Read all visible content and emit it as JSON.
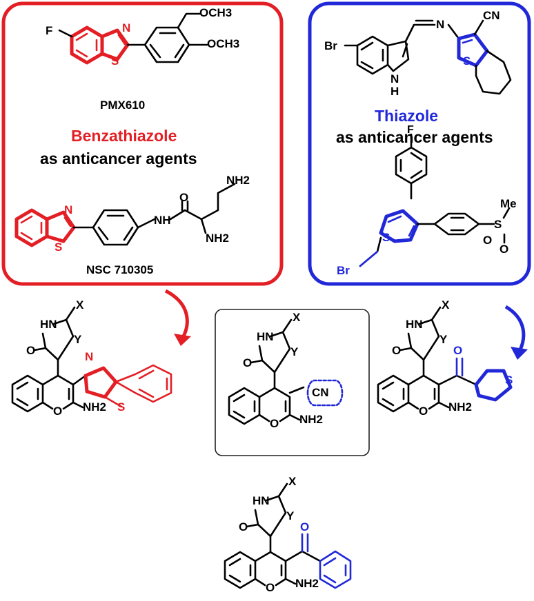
{
  "colors": {
    "red": "#e31e24",
    "blue": "#2128d8",
    "black": "#000000",
    "box_gray": "#222222"
  },
  "red_panel": {
    "compound1_name": "PMX610",
    "heading": "Benzathiazole",
    "subheading": "as anticancer agents",
    "compound2_name": "NSC 710305",
    "atoms": {
      "f": "F",
      "n1": "N",
      "s1": "S",
      "ome1": "OCH3",
      "ome2": "OCH3",
      "n2": "N",
      "s2": "S",
      "o_amide": "O",
      "nh_amide": "NH",
      "nh2_a": "NH2",
      "nh2_b": "NH2"
    }
  },
  "blue_panel": {
    "heading": "Thiazole",
    "subheading": "as anticancer agents",
    "atoms": {
      "br1": "Br",
      "n_imine": "N",
      "cn": "CN",
      "s1": "S",
      "nh_indole": "N\nH",
      "f": "F",
      "s2": "S",
      "br2": "Br",
      "me": "Me",
      "s_sulfone": "S",
      "o1": "O",
      "o2": "O"
    }
  },
  "scaffold_atoms": {
    "x": "X",
    "hn": "HN",
    "y": "Y",
    "o_ring": "O",
    "o_carbonyl": "O",
    "nh2": "NH2"
  },
  "left_product": {
    "n": "N",
    "s": "S"
  },
  "center_product": {
    "cn": "CN"
  },
  "right_product": {
    "o_ketone": "O",
    "s": "S"
  },
  "bottom_product": {
    "o_ketone": "O"
  }
}
